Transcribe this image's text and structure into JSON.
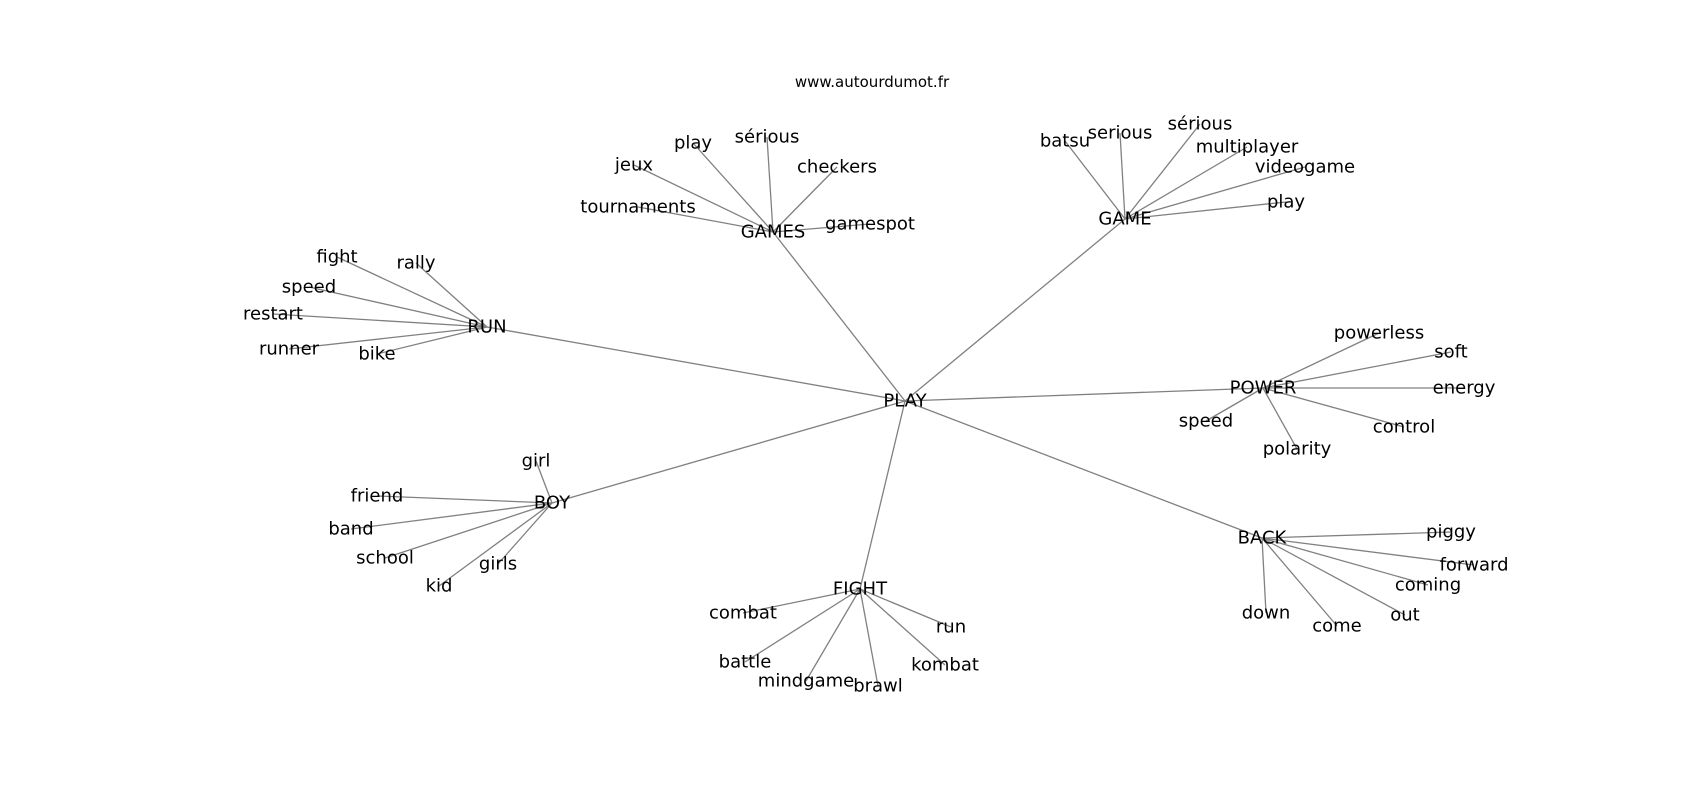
{
  "source": "www.autourdumot.fr",
  "graph": {
    "center": "PLAY",
    "hubs": [
      {
        "label": "GAMES",
        "leaves": [
          "jeux",
          "play",
          "sérious",
          "checkers",
          "tournaments",
          "gamespot"
        ]
      },
      {
        "label": "GAME",
        "leaves": [
          "batsu",
          "serious",
          "sérious",
          "multiplayer",
          "videogame",
          "play"
        ]
      },
      {
        "label": "RUN",
        "leaves": [
          "fight",
          "rally",
          "speed",
          "restart",
          "runner",
          "bike"
        ]
      },
      {
        "label": "POWER",
        "leaves": [
          "powerless",
          "soft",
          "energy",
          "speed",
          "polarity",
          "control"
        ]
      },
      {
        "label": "BOY",
        "leaves": [
          "girl",
          "friend",
          "band",
          "school",
          "kid",
          "girls"
        ]
      },
      {
        "label": "FIGHT",
        "leaves": [
          "combat",
          "battle",
          "mindgame",
          "brawl",
          "kombat",
          "run"
        ]
      },
      {
        "label": "BACK",
        "leaves": [
          "piggy",
          "forward",
          "coming",
          "down",
          "come",
          "out"
        ]
      }
    ]
  }
}
